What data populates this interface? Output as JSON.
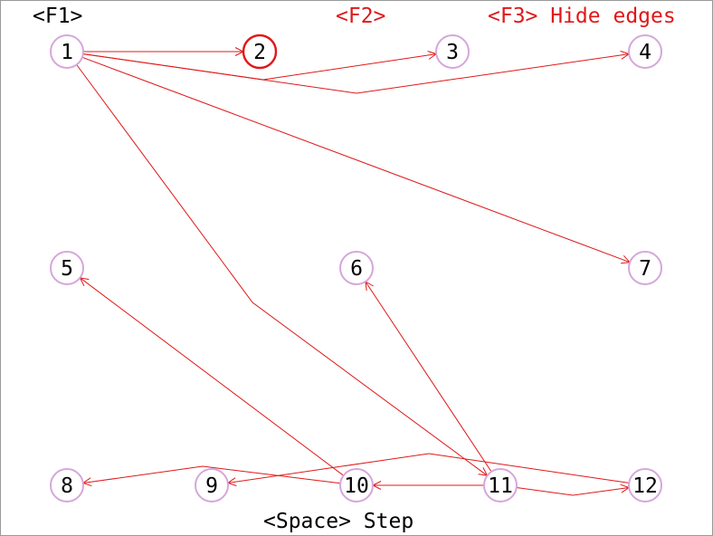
{
  "keys": {
    "f1": "<F1>",
    "f2": "<F2>",
    "f3": "<F3> Hide edges",
    "space": "<Space> Step"
  },
  "colors": {
    "edge": "#e01818",
    "node_outline": "#d6a6dc",
    "current_node_outline": "#e01818",
    "label": "#000000"
  },
  "current_node": "2",
  "nodes": [
    {
      "id": "1",
      "label": "1"
    },
    {
      "id": "2",
      "label": "2"
    },
    {
      "id": "3",
      "label": "3"
    },
    {
      "id": "4",
      "label": "4"
    },
    {
      "id": "5",
      "label": "5"
    },
    {
      "id": "6",
      "label": "6"
    },
    {
      "id": "7",
      "label": "7"
    },
    {
      "id": "8",
      "label": "8"
    },
    {
      "id": "9",
      "label": "9"
    },
    {
      "id": "10",
      "label": "10"
    },
    {
      "id": "11",
      "label": "11"
    },
    {
      "id": "12",
      "label": "12"
    }
  ],
  "edges": [
    {
      "from": "1",
      "to": "2"
    },
    {
      "from": "1",
      "to": "3"
    },
    {
      "from": "1",
      "to": "4"
    },
    {
      "from": "1",
      "to": "7"
    },
    {
      "from": "1",
      "to": "11"
    },
    {
      "from": "10",
      "to": "5"
    },
    {
      "from": "11",
      "to": "6"
    },
    {
      "from": "10",
      "to": "8"
    },
    {
      "from": "12",
      "to": "9"
    },
    {
      "from": "11",
      "to": "10"
    },
    {
      "from": "11",
      "to": "12"
    }
  ]
}
